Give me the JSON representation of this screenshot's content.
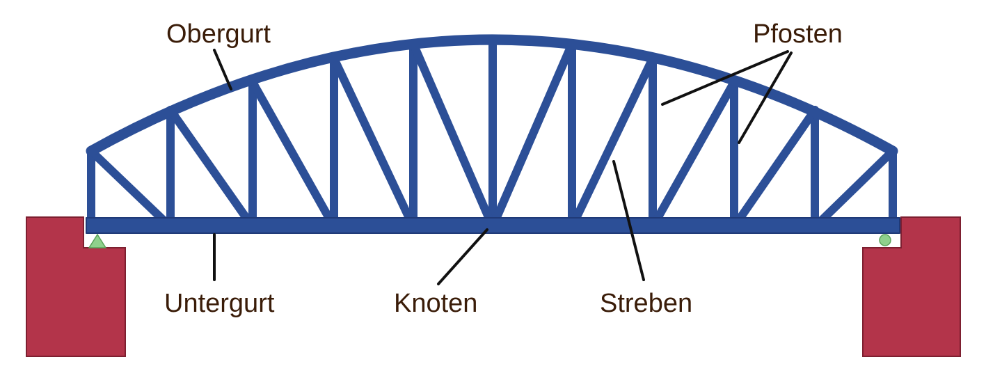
{
  "labels": {
    "top_chord": "Obergurt",
    "posts": "Pfosten",
    "bottom_chord": "Untergurt",
    "node": "Knoten",
    "braces": "Streben"
  },
  "colors": {
    "truss": "#2c4f97",
    "truss_edge": "#1f3a78",
    "abutment": "#b3344a",
    "abutment_edge": "#7d1f30",
    "bearing": "#8fd18c",
    "leader": "#111111",
    "label": "#3a1c08"
  }
}
